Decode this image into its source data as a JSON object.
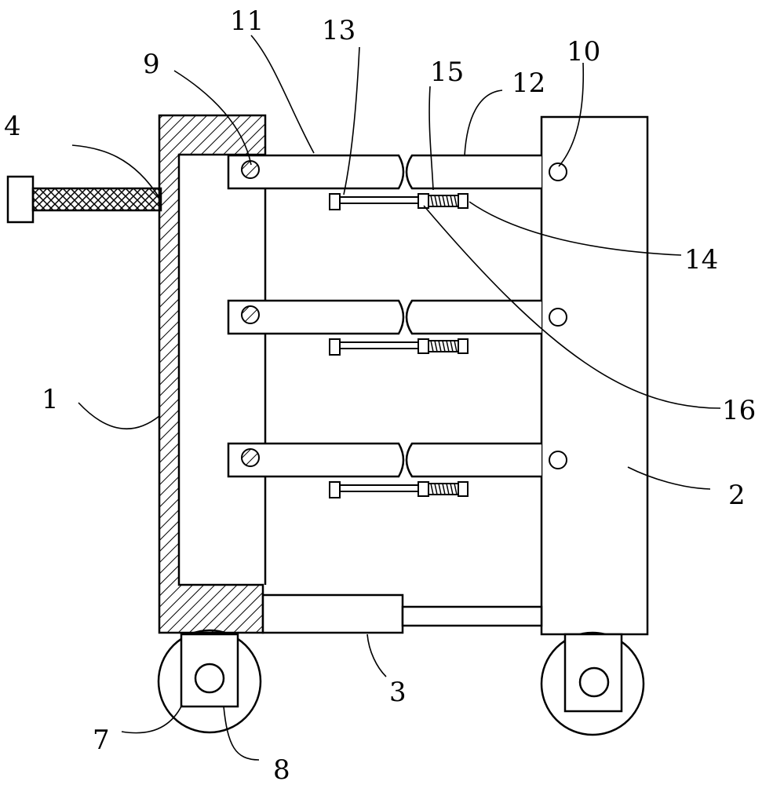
{
  "labels": {
    "l1": "1",
    "l2": "2",
    "l3": "3",
    "l4": "4",
    "l7": "7",
    "l8": "8",
    "l9": "9",
    "l10": "10",
    "l11": "11",
    "l12": "12",
    "l13": "13",
    "l14": "14",
    "l15": "15",
    "l16": "16"
  },
  "arm_rows": 3
}
